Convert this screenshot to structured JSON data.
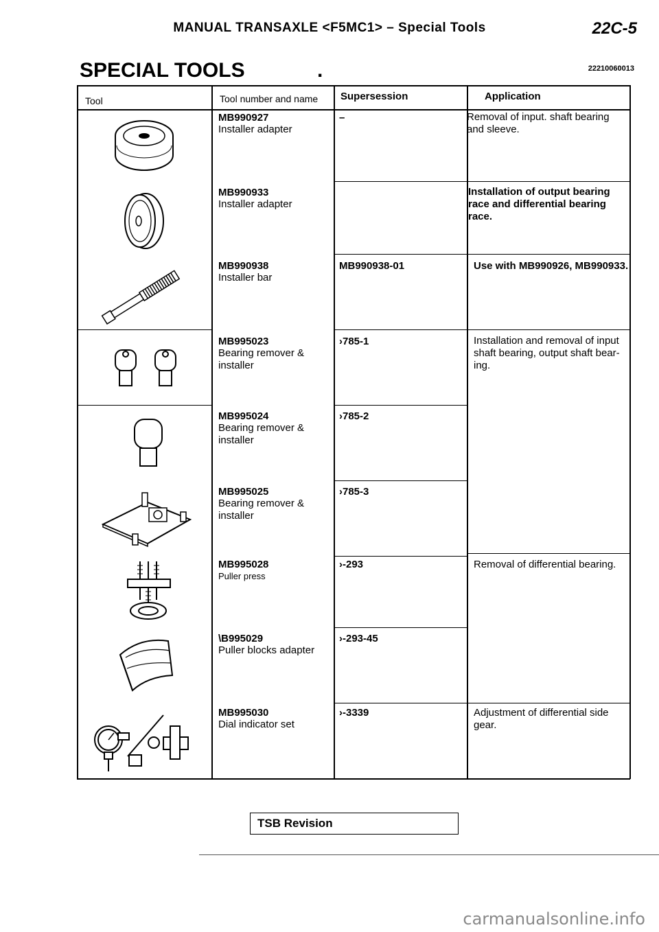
{
  "header": {
    "title": "MANUAL TRANSAXLE <F5MC1> – Special Tools",
    "page_code": "22C-5"
  },
  "section": {
    "title": "SPECIAL TOOLS",
    "dot": ".",
    "code": "22210060013"
  },
  "table": {
    "columns": [
      "Tool",
      "Tool number and name",
      "Supersession",
      "Application"
    ],
    "rows": [
      {
        "number": "MB990927",
        "name": "Installer adapter",
        "supersession": "–",
        "application": "Removal of input. shaft bearing and sleeve.",
        "icon": "installer-adapter-icon"
      },
      {
        "number": "MB990933",
        "name": "Installer adapter",
        "supersession": "",
        "application": "Installation of output bearing race and differential bearing race.",
        "icon": "installer-adapter-disc-icon"
      },
      {
        "number": "MB990938",
        "name": "Installer bar",
        "supersession": "MB990938-01",
        "application": "Use with MB990926, MB990933.",
        "icon": "installer-bar-icon"
      },
      {
        "number": "MB995023",
        "name": "Bearing remover & installer",
        "supersession": "›785-1",
        "application": "Installation and removal of input shaft bearing, output shaft bear-ing.",
        "icon": "bearing-remover-pair-icon"
      },
      {
        "number": "MB995024",
        "name": "Bearing remover & installer",
        "supersession": "›785-2",
        "application": "",
        "icon": "bearing-remover-single-icon"
      },
      {
        "number": "MB995025",
        "name": "Bearing remover & installer",
        "supersession": "›785-3",
        "application": "",
        "icon": "bearing-remover-plate-icon"
      },
      {
        "number": "MB995028",
        "name": "Puller press",
        "supersession": "›-293",
        "application": "Removal of differential bearing.",
        "icon": "puller-press-icon"
      },
      {
        "number": "\\B995029",
        "name": "Puller blocks adapter",
        "supersession": "›-293-45",
        "application": "",
        "icon": "puller-block-icon"
      },
      {
        "number": "MB995030",
        "name": "Dial indicator set",
        "supersession": "›-3339",
        "application": "Adjustment of differential side gear.",
        "icon": "dial-indicator-icon"
      }
    ]
  },
  "footer": {
    "tsb_label": "TSB Revision",
    "watermark": "carmanualsonline.info"
  }
}
